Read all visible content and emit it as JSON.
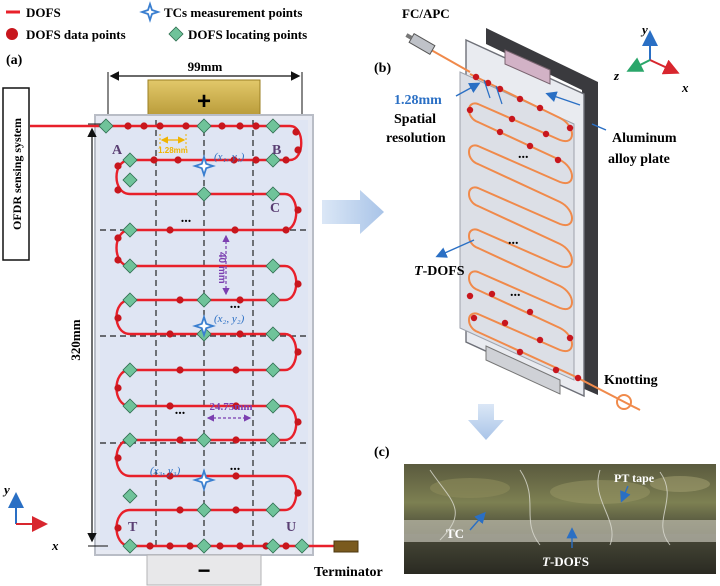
{
  "legend": {
    "dofs": "DOFS",
    "tcs": "TCs measurement points",
    "data_points": "DOFS data points",
    "locating_points": "DOFS locating points"
  },
  "panel_a": {
    "label": "(a)",
    "width_dim": "99mm",
    "height_dim": "320mm",
    "ofdr_label": "OFDR sensing system",
    "plus": "+",
    "minus": "−",
    "corner_a": "A",
    "corner_b": "B",
    "corner_c": "C",
    "corner_t": "T",
    "corner_u": "U",
    "spacing_small": "1.28mm",
    "spacing_40": "40 mm",
    "spacing_2475": "24.75mm",
    "tc1": "(x₁, y₁)",
    "tc2": "(x₂, y₂)",
    "tc3": "(x₃, y₃)",
    "ellipsis": "...",
    "terminator": "Terminator",
    "axis_y": "y",
    "axis_x": "x"
  },
  "panel_b": {
    "label": "(b)",
    "connector": "FC/APC",
    "resolution_value": "1.28mm",
    "resolution_line1": "Spatial",
    "resolution_line2": "resolution",
    "plate_line1": "Aluminum",
    "plate_line2": "alloy plate",
    "tdofs_italic": "T",
    "tdofs_rest": "-DOFS",
    "knotting": "Knotting",
    "ellipsis": "...",
    "axis_y": "y",
    "axis_z": "z",
    "axis_x": "x"
  },
  "panel_c": {
    "label": "(c)",
    "pt_tape": "PT tape",
    "tc": "TC",
    "tdofs_italic": "T",
    "tdofs_rest": "-DOFS"
  },
  "colors": {
    "fiber": "#e8202a",
    "dot": "#c8161d",
    "diamond": "#6fc39a",
    "tc": "#3a7fd0",
    "orange": "#f08a4b",
    "dim_yellow": "#f0b400",
    "dim_purple": "#7b3fb0",
    "arrow_blue": "#a9c4e8"
  }
}
